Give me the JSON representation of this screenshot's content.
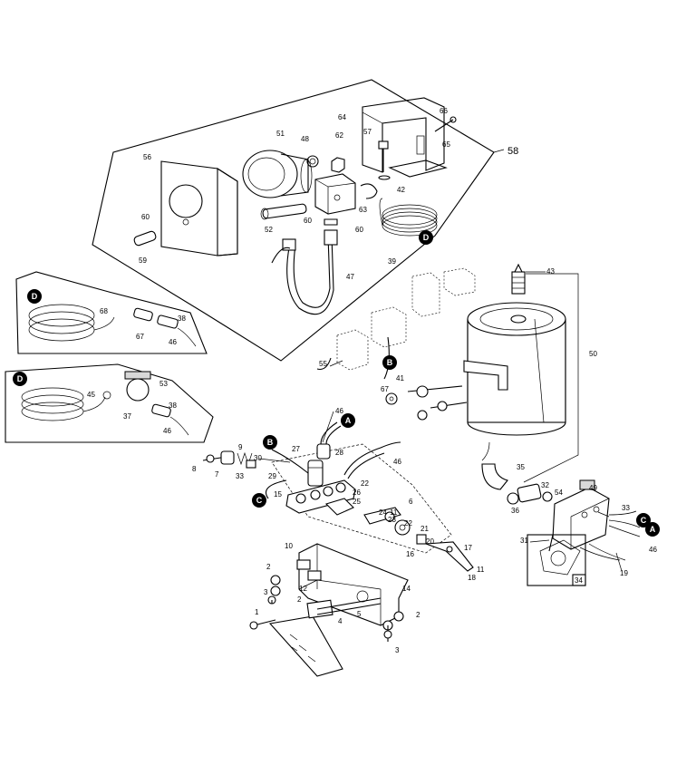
{
  "callouts": {
    "c1": "1",
    "c2": "2",
    "c3": "3",
    "c4": "4",
    "c5": "5",
    "c6": "6",
    "c7": "7",
    "c8": "8",
    "c9": "9",
    "c10": "10",
    "c11": "11",
    "c12": "12",
    "c14": "14",
    "c15": "15",
    "c16": "16",
    "c17": "17",
    "c18": "18",
    "c19": "19",
    "c20": "20",
    "c21": "21",
    "c22": "22",
    "c23": "23",
    "c24": "24",
    "c25": "25",
    "c26": "26",
    "c27": "27",
    "c28": "28",
    "c29": "29",
    "c30": "30",
    "c31": "31",
    "c32": "32",
    "c33": "33",
    "c34": "34",
    "c35": "35",
    "c36": "36",
    "c37": "37",
    "c38": "38",
    "c39": "39",
    "c41": "41",
    "c42": "42",
    "c43": "43",
    "c45": "45",
    "c46": "46",
    "c47": "47",
    "c48": "48",
    "c49": "49",
    "c50": "50",
    "c51": "51",
    "c52": "52",
    "c53": "53",
    "c54": "54",
    "c55": "55",
    "c56": "56",
    "c57": "57",
    "c58": "58",
    "c59": "59",
    "c60": "60",
    "c62": "62",
    "c63": "63",
    "c64": "64",
    "c65": "65",
    "c66": "66",
    "c67": "67",
    "c68": "68"
  },
  "connectors": {
    "A": "A",
    "B": "B",
    "C": "C",
    "D": "D"
  }
}
